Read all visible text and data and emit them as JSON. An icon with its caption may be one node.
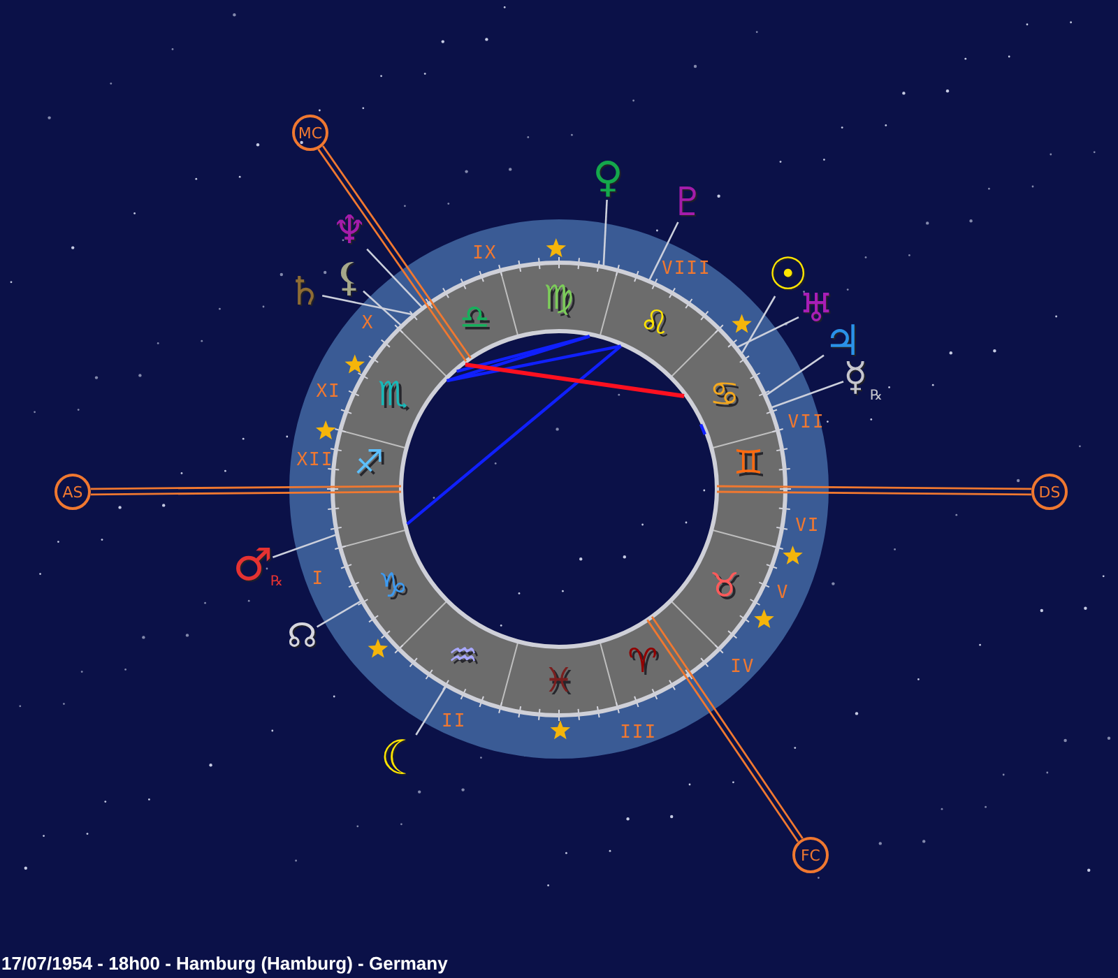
{
  "diagram": {
    "caption": "17/07/1954 - 18h00 - Hamburg (Hamburg) - Germany",
    "nodes": [
      {
        "text": [
          "MC"
        ]
      },
      {
        "text": [
          "♀"
        ]
      },
      {
        "text": [
          "♇"
        ]
      },
      {
        "text": [
          "♆"
        ]
      },
      {
        "text": [
          "☉"
        ]
      },
      {
        "text": [
          "⚸"
        ]
      },
      {
        "text": [
          "♄"
        ]
      },
      {
        "text": [
          "♅"
        ]
      },
      {
        "text": [
          "♃"
        ]
      },
      {
        "text": [
          "☿"
        ],
        "beside": [
          "℞"
        ]
      },
      {
        "text": [
          "AS"
        ]
      },
      {
        "text": [
          "DS"
        ]
      },
      {
        "text": [
          "♂"
        ],
        "beside": [
          "℞"
        ]
      },
      {
        "text": [
          "☊"
        ]
      },
      {
        "text": [
          "☾"
        ]
      },
      {
        "text": [
          "FC"
        ]
      }
    ],
    "edges": [
      {
        "from": 0,
        "to": null,
        "arrow": "none",
        "color": "#f07830"
      },
      {
        "from": 1,
        "to": null,
        "arrow": "none"
      },
      {
        "from": 2,
        "to": null,
        "arrow": "none"
      },
      {
        "from": 3,
        "to": null,
        "arrow": "none"
      },
      {
        "from": 4,
        "to": null,
        "arrow": "none"
      },
      {
        "from": 5,
        "to": null,
        "arrow": "none"
      },
      {
        "from": 6,
        "to": null,
        "arrow": "none"
      },
      {
        "from": 7,
        "to": null,
        "arrow": "none"
      },
      {
        "from": 8,
        "to": null,
        "arrow": "none"
      },
      {
        "from": 9,
        "to": null,
        "arrow": "none"
      },
      {
        "from": 10,
        "to": null,
        "arrow": "none",
        "color": "#f07830"
      },
      {
        "from": 11,
        "to": null,
        "arrow": "none",
        "color": "#f07830"
      },
      {
        "from": 12,
        "to": null,
        "arrow": "none"
      },
      {
        "from": 13,
        "to": null,
        "arrow": "none"
      },
      {
        "from": 14,
        "to": null,
        "arrow": "none"
      },
      {
        "from": 15,
        "to": null,
        "arrow": "none",
        "color": "#f07830"
      }
    ],
    "labels": [
      "I",
      "II",
      "III",
      "IV",
      "V",
      "VI",
      "VII",
      "VIII",
      "IX",
      "X",
      "XI",
      "XII",
      "♈",
      "♉",
      "♊",
      "♋",
      "♌",
      "♍",
      "♎",
      "♏",
      "♐",
      "♑",
      "♒",
      "♓"
    ]
  }
}
